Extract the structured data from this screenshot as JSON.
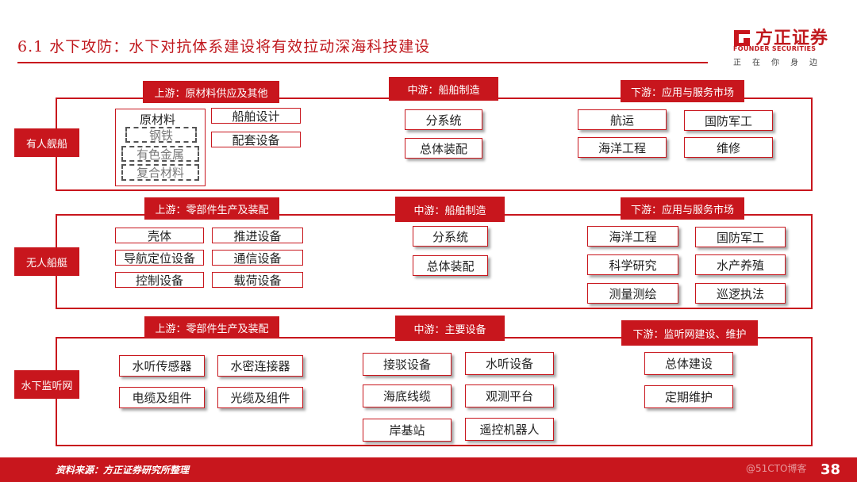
{
  "header": {
    "title": "6.1 水下攻防：水下对抗体系建设将有效拉动深海科技建设",
    "logo_cn": "方正证券",
    "logo_en": "FOUNDER SECURITIES",
    "logo_slogan": "正在你身边",
    "brand_color": "#c8161d"
  },
  "sections": [
    {
      "label": "有人舰船",
      "upstream": {
        "title": "上游：原材料供应及其他",
        "raw": {
          "title": "原材料",
          "items": [
            "钢铁",
            "有色金属",
            "复合材料"
          ]
        },
        "items": [
          "船舶设计",
          "配套设备"
        ]
      },
      "midstream": {
        "title": "中游：船舶制造",
        "items": [
          "分系统",
          "总体装配"
        ]
      },
      "downstream": {
        "title": "下游：应用与服务市场",
        "items": [
          "航运",
          "国防军工",
          "海洋工程",
          "维修"
        ]
      }
    },
    {
      "label": "无人船艇",
      "upstream": {
        "title": "上游：零部件生产及装配",
        "items": [
          "壳体",
          "推进设备",
          "导航定位设备",
          "通信设备",
          "控制设备",
          "载荷设备"
        ]
      },
      "midstream": {
        "title": "中游：船舶制造",
        "items": [
          "分系统",
          "总体装配"
        ]
      },
      "downstream": {
        "title": "下游：应用与服务市场",
        "items": [
          "海洋工程",
          "国防军工",
          "科学研究",
          "水产养殖",
          "测量测绘",
          "巡逻执法"
        ]
      }
    },
    {
      "label": "水下监听网",
      "upstream": {
        "title": "上游：零部件生产及装配",
        "items": [
          "水听传感器",
          "水密连接器",
          "电缆及组件",
          "光缆及组件"
        ]
      },
      "midstream": {
        "title": "中游：主要设备",
        "items": [
          "接驳设备",
          "水听设备",
          "海底线缆",
          "观测平台",
          "岸基站",
          "遥控机器人"
        ]
      },
      "downstream": {
        "title": "下游：监听网建设、维护",
        "items": [
          "总体建设",
          "定期维护"
        ]
      }
    }
  ],
  "footer": {
    "source": "资料来源：方正证券研究所整理",
    "page": "38",
    "watermark": "@51CTO博客"
  }
}
